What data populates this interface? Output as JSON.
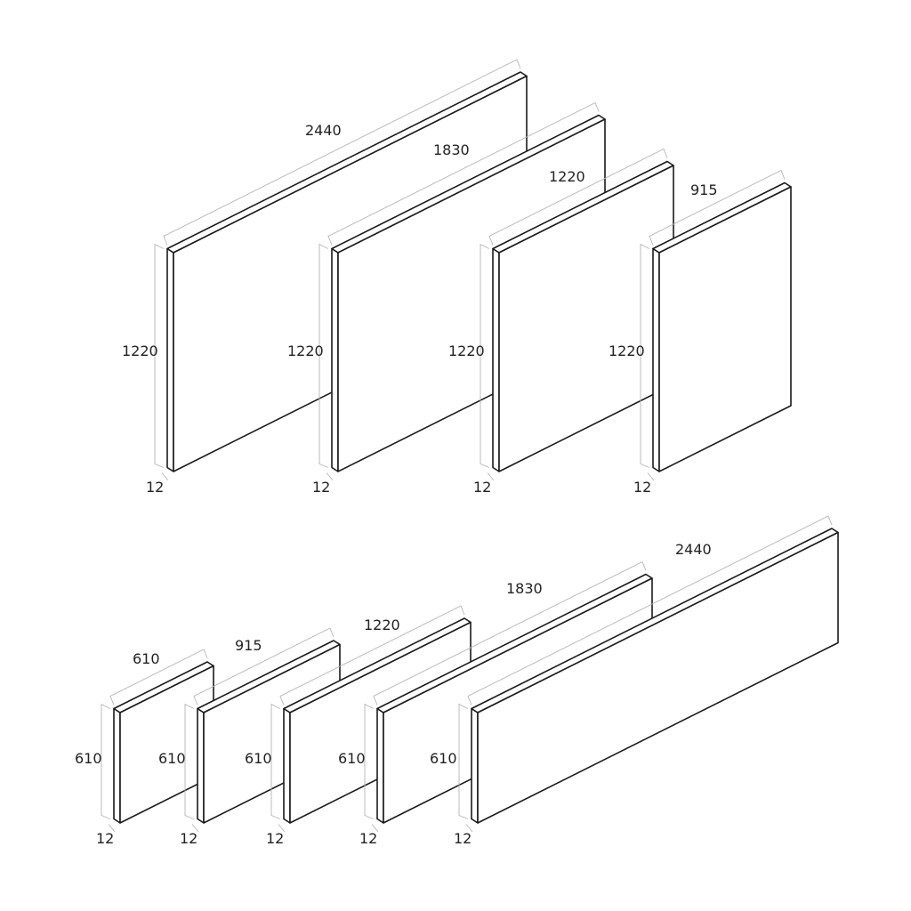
{
  "colors": {
    "line": "#1a1a1a",
    "dimension": "#b4b4b4",
    "text": "#222222",
    "background": "#ffffff"
  },
  "top_row": [
    {
      "width": "2440",
      "height": "1220",
      "thickness": "12"
    },
    {
      "width": "1830",
      "height": "1220",
      "thickness": "12"
    },
    {
      "width": "1220",
      "height": "1220",
      "thickness": "12"
    },
    {
      "width": "915",
      "height": "1220",
      "thickness": "12"
    }
  ],
  "bottom_row": [
    {
      "width": "610",
      "height": "610",
      "thickness": "12"
    },
    {
      "width": "915",
      "height": "610",
      "thickness": "12"
    },
    {
      "width": "1220",
      "height": "610",
      "thickness": "12"
    },
    {
      "width": "1830",
      "height": "610",
      "thickness": "12"
    },
    {
      "width": "2440",
      "height": "610",
      "thickness": "12"
    }
  ]
}
